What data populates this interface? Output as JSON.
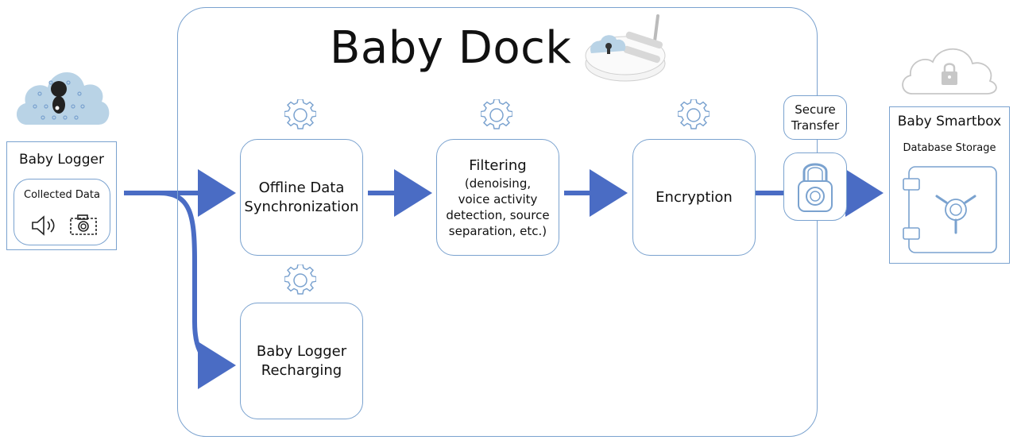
{
  "dock": {
    "title": "Baby Dock"
  },
  "logger": {
    "title": "Baby Logger",
    "collected_label": "Collected Data"
  },
  "steps": {
    "sync": "Offline Data\nSynchronization",
    "filtering_title": "Filtering",
    "filtering_detail": "(denoising,\nvoice activity\ndetection, source\nseparation, etc.)",
    "encryption": "Encryption",
    "recharge": "Baby Logger\nRecharging"
  },
  "secure_transfer": "Secure\nTransfer",
  "smartbox": {
    "title": "Baby Smartbox",
    "storage_label": "Database Storage"
  },
  "colors": {
    "arrow": "#4a6cc4",
    "border": "#7aa2cf",
    "cloud": "#b9d3e6",
    "gear": "#7aa2cf"
  },
  "icons": [
    "cloud-device-icon",
    "speaker-icon",
    "camera-icon",
    "gear-icon",
    "dock-device-icon",
    "cloud-lock-icon",
    "padlock-icon",
    "safe-icon"
  ]
}
